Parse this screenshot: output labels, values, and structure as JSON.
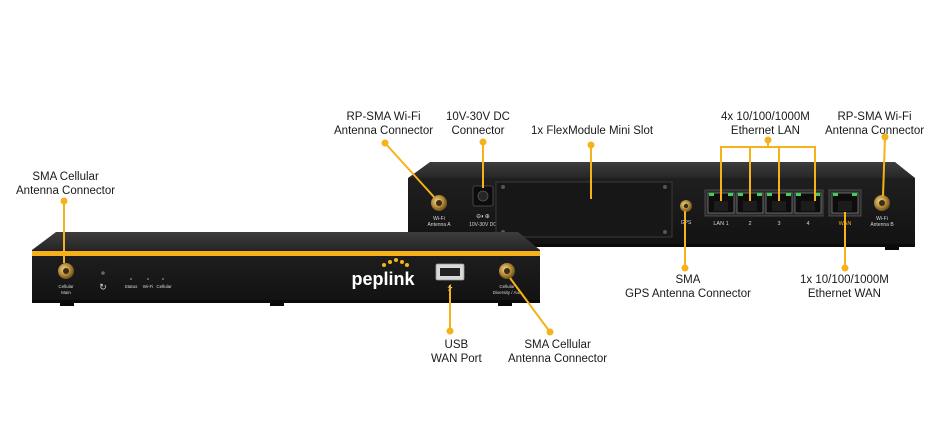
{
  "brand": {
    "logo_text": "peplink",
    "accent": "#f5b21a"
  },
  "callouts": {
    "sma_cellular_main": [
      "SMA Cellular",
      "Antenna Connector"
    ],
    "rp_sma_wifi_a": [
      "RP-SMA Wi-Fi",
      "Antenna Connector"
    ],
    "dc_power": [
      "10V-30V DC",
      "Connector"
    ],
    "flexmodule": [
      "1x FlexModule Mini Slot"
    ],
    "ethernet_lan": [
      "4x 10/100/1000M",
      "Ethernet LAN"
    ],
    "rp_sma_wifi_b": [
      "RP-SMA Wi-Fi",
      "Antenna Connector"
    ],
    "gps": [
      "SMA",
      "GPS Antenna Connector"
    ],
    "ethernet_wan": [
      "1x 10/100/1000M",
      "Ethernet WAN"
    ],
    "usb_wan": [
      "USB",
      "WAN Port"
    ],
    "sma_cellular_diversity": [
      "SMA Cellular",
      "Antenna Connector"
    ]
  },
  "front_panel": {
    "cellular_main_label": [
      "Cellular",
      "Main"
    ],
    "led_status": "Status",
    "led_wifi": "Wi-Fi",
    "led_cellular": "Cellular",
    "cellular_diversity_label": [
      "Cellular",
      "Diversity / Aux"
    ]
  },
  "rear_panel": {
    "wifi_a_label": [
      "Wi-Fi",
      "Antenna A"
    ],
    "dc_label": "10V-30V DC",
    "gps_label": "GPS",
    "lan_labels": [
      "LAN 1",
      "2",
      "3",
      "4"
    ],
    "wan_label": "WAN",
    "wifi_b_label": [
      "Wi-Fi",
      "Antenna B"
    ]
  }
}
